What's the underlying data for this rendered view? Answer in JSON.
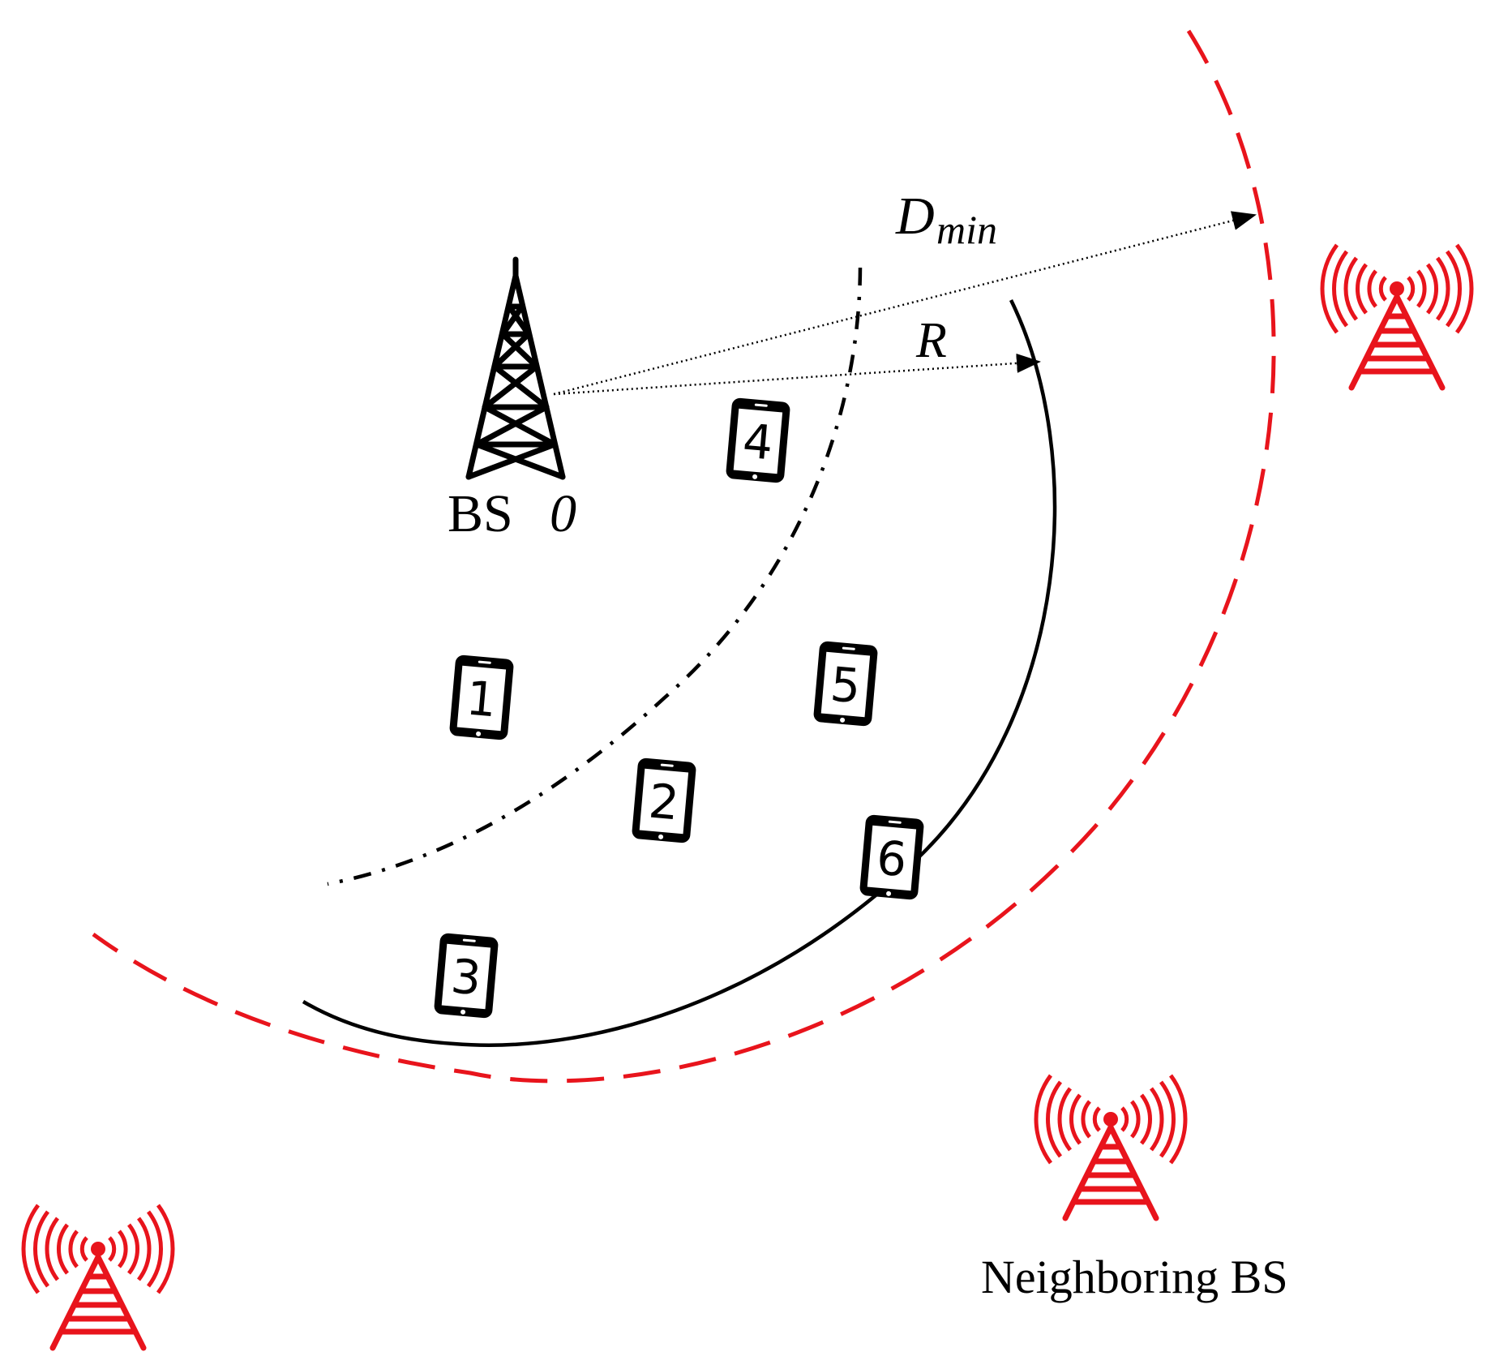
{
  "labels": {
    "bs_prefix": "BS",
    "bs_index": "0",
    "d_symbol": "D",
    "d_subscript": "min",
    "r_symbol": "R",
    "neighboring": "Neighboring BS"
  },
  "users": [
    {
      "id": "1"
    },
    {
      "id": "2"
    },
    {
      "id": "3"
    },
    {
      "id": "4"
    },
    {
      "id": "5"
    },
    {
      "id": "6"
    }
  ],
  "colors": {
    "serving_bs": "#000000",
    "neighbor_bs": "#e8141c",
    "cell_edge": "#000000",
    "exclusion_boundary": "#e8141c",
    "inner_boundary": "#000000"
  },
  "icons": {
    "serving_bs": "lattice-tower-icon",
    "neighbor_bs": "radio-tower-signal-icon",
    "user": "smartphone-icon"
  }
}
